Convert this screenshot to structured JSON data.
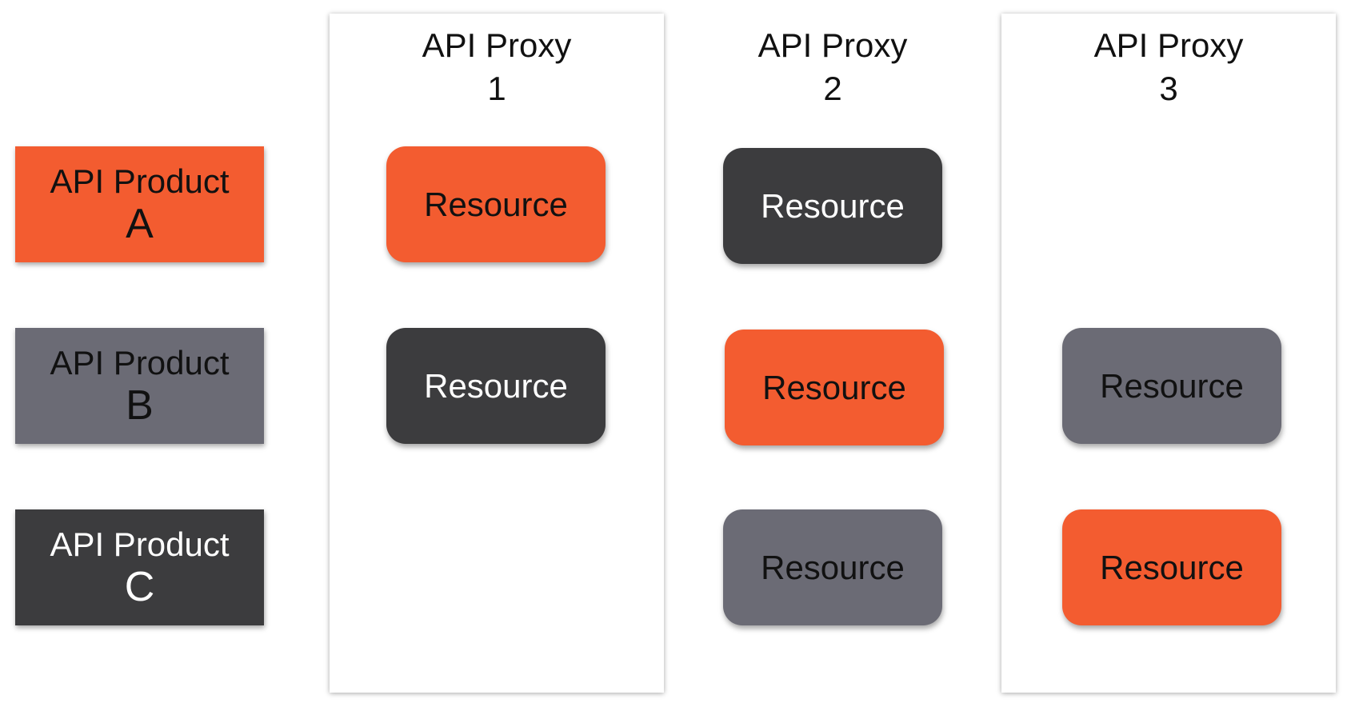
{
  "colors": {
    "orange": "#F35C30",
    "gray": "#6B6B75",
    "dark": "#3C3C3E",
    "text_dark": "#111111",
    "text_light": "#FFFFFF"
  },
  "products": [
    {
      "line1": "API Product",
      "line2": "A",
      "color": "#F35C30",
      "text_color": "#111111"
    },
    {
      "line1": "API Product",
      "line2": "B",
      "color": "#6B6B75",
      "text_color": "#111111"
    },
    {
      "line1": "API Product",
      "line2": "C",
      "color": "#3C3C3E",
      "text_color": "#FFFFFF"
    }
  ],
  "proxies": [
    {
      "title_line1": "API Proxy",
      "title_line2": "1"
    },
    {
      "title_line1": "API Proxy",
      "title_line2": "2"
    },
    {
      "title_line1": "API Proxy",
      "title_line2": "3"
    }
  ],
  "resources": [
    {
      "label": "Resource",
      "proxy": "1",
      "product": "A",
      "color": "#F35C30",
      "text_color": "#111111"
    },
    {
      "label": "Resource",
      "proxy": "1",
      "product": "C",
      "color": "#3C3C3E",
      "text_color": "#FFFFFF"
    },
    {
      "label": "Resource",
      "proxy": "2",
      "product": "C",
      "color": "#3C3C3E",
      "text_color": "#FFFFFF"
    },
    {
      "label": "Resource",
      "proxy": "2",
      "product": "A",
      "color": "#F35C30",
      "text_color": "#111111"
    },
    {
      "label": "Resource",
      "proxy": "2",
      "product": "B",
      "color": "#6B6B75",
      "text_color": "#111111"
    },
    {
      "label": "Resource",
      "proxy": "3",
      "product": "B",
      "color": "#6B6B75",
      "text_color": "#111111"
    },
    {
      "label": "Resource",
      "proxy": "3",
      "product": "A",
      "color": "#F35C30",
      "text_color": "#111111"
    }
  ]
}
